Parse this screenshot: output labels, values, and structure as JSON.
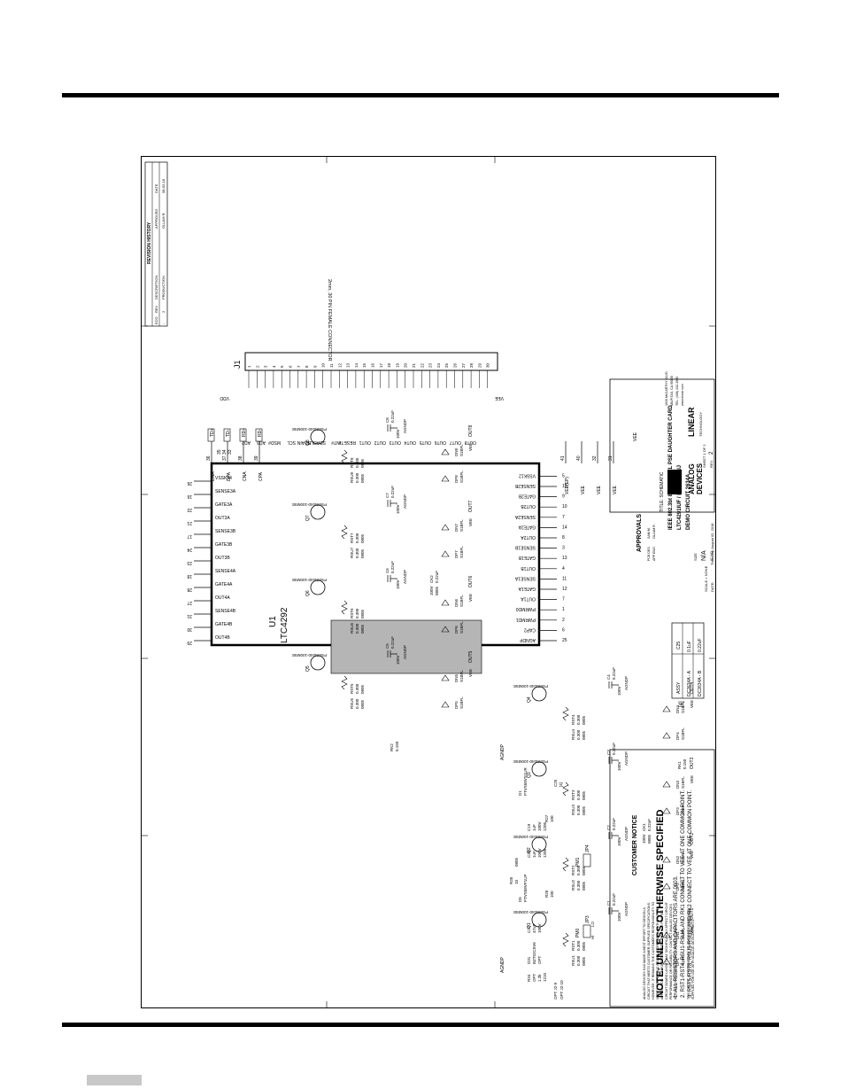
{
  "page": {
    "footer_tab_color": "#c8c8c8"
  },
  "schematic": {
    "connector": {
      "ref": "J1",
      "description": "2mm, 30 PIN FEMALE CONNECTOR",
      "pins": [
        "1",
        "2",
        "3",
        "4",
        "5",
        "6",
        "7",
        "8",
        "9",
        "10",
        "11",
        "12",
        "13",
        "14",
        "15",
        "16",
        "17",
        "18",
        "19",
        "20",
        "21",
        "22",
        "23",
        "24",
        "25",
        "26",
        "27",
        "28",
        "29",
        "30"
      ],
      "signals": [
        "AD2",
        "AD3",
        "MSD#",
        "SCL",
        "SDAIN",
        "SDAOUT",
        "INT#",
        "RESET#",
        "OUT1",
        "OUT2",
        "OUT3",
        "OUT4",
        "OUT5",
        "OUT6",
        "OUT7",
        "OUT8"
      ],
      "vdd": "VDD",
      "vee": "VEE"
    },
    "revision_history": {
      "title": "REVISION HISTORY",
      "headers": [
        "ECO",
        "REV",
        "DESCRIPTION",
        "APPROVED",
        "DATE"
      ],
      "row": [
        "-",
        "2",
        "PRODUCTION",
        "OLLAM R.",
        "08-02-18"
      ]
    },
    "ic": {
      "ref": "U1",
      "part": "LTC4292",
      "left_pins": [
        {
          "num": "25",
          "name": "AGNDP"
        },
        {
          "num": "6",
          "name": "CAP2"
        },
        {
          "num": "2",
          "name": "PWRMD1"
        },
        {
          "num": "1",
          "name": "PWRMD0"
        },
        {
          "num": "7",
          "name": "OUT1A"
        },
        {
          "num": "12",
          "name": "GATE1A"
        },
        {
          "num": "11",
          "name": "SENSE1A"
        },
        {
          "num": "4",
          "name": "OUT1B"
        },
        {
          "num": "13",
          "name": "GATE1B"
        },
        {
          "num": "3",
          "name": "SENSE1B"
        },
        {
          "num": "8",
          "name": "OUT2A"
        },
        {
          "num": "14",
          "name": "GATE2A"
        },
        {
          "num": "7",
          "name": "SENSE2A"
        },
        {
          "num": "10",
          "name": "OUT2B"
        },
        {
          "num": "9",
          "name": "GATE2B"
        },
        {
          "num": "15",
          "name": "SENSE2B"
        },
        {
          "num": "5",
          "name": "VSSK12"
        }
      ],
      "right_pins": [
        {
          "num": "29",
          "name": "OUT4B"
        },
        {
          "num": "30",
          "name": "GATE4B"
        },
        {
          "num": "31",
          "name": "SENSE4B"
        },
        {
          "num": "27",
          "name": "OUT4A"
        },
        {
          "num": "28",
          "name": "GATE4A"
        },
        {
          "num": "18",
          "name": "SENSE4A"
        },
        {
          "num": "23",
          "name": "OUT3B"
        },
        {
          "num": "24",
          "name": "GATE3B"
        },
        {
          "num": "17",
          "name": "SENSE3B"
        },
        {
          "num": "21",
          "name": "OUT3A"
        },
        {
          "num": "22",
          "name": "GATE3A"
        },
        {
          "num": "16",
          "name": "SENSE3A"
        },
        {
          "num": "26",
          "name": "VSSK34"
        }
      ],
      "top_pins": [
        {
          "num": "36",
          "name": "DNA",
          "net": "TD+"
        },
        {
          "num": "37",
          "name": "DPA",
          "net": "TD-"
        },
        {
          "num": "38",
          "name": "CNA",
          "net": "RD+"
        },
        {
          "num": "39",
          "name": "CPA",
          "net": "RD-"
        }
      ],
      "nc_pins": [
        "35",
        "34",
        "33"
      ],
      "bottom_pins": [
        {
          "num": "41",
          "name": "VEE(EP)"
        },
        {
          "num": "40",
          "name": "VEE"
        },
        {
          "num": "32",
          "name": "VEE"
        },
        {
          "num": "31",
          "name": "VEE"
        }
      ]
    },
    "channels": [
      {
        "q": "Q1",
        "fet": "PSMN040-100MSE",
        "rst": "RST1",
        "rsu": "RSU1",
        "res": "0.300",
        "size": "0805",
        "c": "C1",
        "cval": "0.22uF",
        "cv": "100V",
        "dn": "DN1",
        "dp": "DP1",
        "diode": "S1BFL",
        "out": "OUT1"
      },
      {
        "q": "Q2",
        "fet": "PSMN040-100MSE",
        "rst": "RST2",
        "rsu": "RSU2",
        "res": "0.300",
        "size": "0805",
        "c": "C2",
        "cval": "0.22uF",
        "cv": "100V",
        "dn": "DN2",
        "dp": "DP2",
        "diode": "S1BFL",
        "out": "OUT2"
      },
      {
        "q": "Q3",
        "fet": "PSMN040-100MSE",
        "rst": "RST3",
        "rsu": "RSU3",
        "res": "0.300",
        "size": "0805",
        "c": "C3",
        "cval": "0.22uF",
        "cv": "100V",
        "dn": "DN3",
        "dp": "DP3",
        "diode": "S1BFL",
        "out": "OUT3"
      },
      {
        "q": "Q4",
        "fet": "PSMN040-100MSE",
        "rst": "RST4",
        "rsu": "RSU4",
        "res": "0.300",
        "size": "0805",
        "c": "C4",
        "cval": "0.22uF",
        "cv": "100V",
        "dn": "DN4",
        "dp": "DP4",
        "diode": "S1BFL",
        "out": "OUT4"
      },
      {
        "q": "Q5",
        "fet": "PSMN040-100MSE",
        "rst": "RST5",
        "rsu": "RSU5",
        "res": "0.300",
        "size": "0805",
        "c": "C5",
        "cval": "0.22uF",
        "cv": "100V",
        "dn": "DN5",
        "dp": "DP5",
        "diode": "S1BFL",
        "out": "OUT5"
      },
      {
        "q": "Q6",
        "fet": "PSMN040-100MSE",
        "rst": "RST6",
        "rsu": "RSU6",
        "res": "0.300",
        "size": "0805",
        "c": "C6",
        "cval": "0.22uF",
        "cv": "100V",
        "dn": "DN6",
        "dp": "DP6",
        "diode": "S1BFL",
        "out": "OUT6"
      },
      {
        "q": "Q7",
        "fet": "PSMN040-100MSE",
        "rst": "RST7",
        "rsu": "RSU7",
        "res": "0.300",
        "size": "0805",
        "c": "C7",
        "cval": "0.22uF",
        "cv": "100V",
        "dn": "DN7",
        "dp": "DP7",
        "diode": "S1BFL",
        "out": "OUT7"
      },
      {
        "q": "Q8",
        "fet": "PSMN040-100MSE",
        "rst": "RST8",
        "rsu": "RSU8",
        "res": "0.300",
        "size": "0805",
        "c": "C8",
        "cval": "0.22uF",
        "cv": "100V",
        "dn": "DN8",
        "dp": "DP8",
        "diode": "S1BFL",
        "out": "OUT8"
      }
    ],
    "ck": [
      {
        "ref": "CK1",
        "val": "0.22uF",
        "v": "100V",
        "size": "0805"
      },
      {
        "ref": "CK2",
        "val": "0.22uF",
        "v": "100V",
        "size": "0805"
      }
    ],
    "rk": [
      {
        "ref": "RK1",
        "val": "0.150"
      },
      {
        "ref": "RK2",
        "val": "0.150"
      }
    ],
    "agndp": "AGNDP",
    "vee": "VEE",
    "pwrmd": {
      "jp3": "JP3",
      "jp4": "JP4",
      "pm0": "PM0",
      "pm1": "PM1",
      "hi": "HI",
      "lo": "LO",
      "r26": "R26",
      "r27": "R27",
      "rval": "100",
      "c27": "C27",
      "c27val": "47uF",
      "c27v": "100V",
      "c28": "C28",
      "c28val": "1uF",
      "c28v": "100V",
      "c28size": "1206",
      "c19": "C19",
      "c19val": "1uF",
      "c19v": "100V",
      "c19size": "1206",
      "c25": "C25",
      "c25val": "[4]",
      "d5": "D5",
      "d5part": "PTVS58VP1UP",
      "d1": "D1",
      "d1part": "PTVS58VS1UR",
      "r35": "R35",
      "r35val": "10",
      "r35size": "0805",
      "d31": "D31",
      "d31part": "BZT52C5V6",
      "opt": "OPT",
      "r34": "R34",
      "r34val": "1.2k",
      "r34size": "1210",
      "opt_lines": [
        "OPT J2-9",
        "OPT J2-10"
      ]
    },
    "assy_table": {
      "footnote": "[4]",
      "headers": [
        "ASSY",
        "C25"
      ],
      "rows": [
        [
          "DC2634A - A",
          "0.1uF"
        ],
        [
          "DC2634A - B",
          "0.22uF"
        ]
      ]
    },
    "notes": {
      "title": "NOTE: UNLESS OTHERWISE SPECIFIED",
      "items": [
        "1. ALL RESISTORS AND CAPACITORS ARE 0603.",
        "2. RST1-RST4, RSU1-RSU4, AND RK1 CONNECT TO VEE AT ONE COMMON POINT.",
        "3. RST5-RST8, RSU5-RSU8, AND RK2 CONNECT TO VEE AT ONE COMMON POINT."
      ]
    },
    "customer_notice": {
      "title": "CUSTOMER NOTICE",
      "body": [
        "ANALOG DEVICES HAS MADE A BEST EFFORT TO DESIGN A",
        "CIRCUIT THAT MEETS CUSTOMER-SUPPLIED SPECIFICATIONS;",
        "HOWEVER, IT REMAINS THE CUSTOMER'S RESPONSIBILITY TO",
        "VERIFY PROPER AND RELIABLE OPERATION IN THE ACTUAL",
        "APPLICATION. COMPONENT SUBSTITUTION AND PRINTED",
        "CIRCUIT BOARD LAYOUT MAY SIGNIFICANTLY AFFECT CIRCUIT",
        "PERFORMANCE OR RELIABILITY. CONTACT ANALOG DEVICES",
        "APPLICATIONS ENGINEERING FOR ASSISTANCE."
      ],
      "footer": [
        "THIS CIRCUIT IS PROPRIETARY TO ANALOG DEVICES AND",
        "SUPPLIED FOR USE WITH ANALOG DEVICES PARTS."
      ]
    },
    "title_block": {
      "approvals": "APPROVALS",
      "approvals_rows": [
        [
          "PCB DES.",
          "SAM M."
        ],
        [
          "APP ENG.",
          "OLLAM R."
        ]
      ],
      "company_lines": [
        "1630 McCARTHY BLVD.",
        "MILPITAS, CA 95035",
        "TEL: (408) 432-1900",
        "www.linear.com"
      ],
      "brand_top": "ANALOG",
      "brand_bottom": "DEVICES",
      "brand2": "LINEAR",
      "tech": "TECHNOLOGY",
      "title_label": "TITLE: SCHEMATIC",
      "title": "IEEE 802.3bt 8-CHANNEL PSE DAUGHTER CARD",
      "parts": "LTC4291IUF / LTC4292IUJ",
      "board": "DEMO CIRCUIT 2634A",
      "size_label": "SIZE",
      "size": "N/A",
      "ic_no_label": "IC NO.",
      "rev_label": "REV.",
      "rev": "2",
      "scale": "SCALE = NONE",
      "date_label": "DATE:",
      "date": "Thursday, August 02, 2018",
      "sheet": "SHEET 1 OF 2"
    }
  }
}
